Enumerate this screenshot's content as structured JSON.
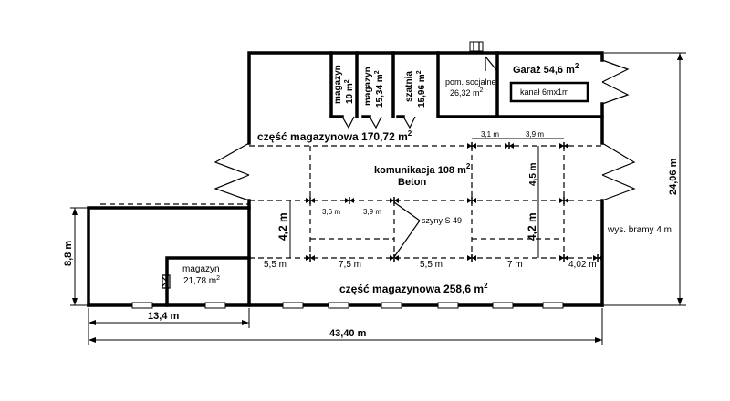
{
  "rooms": {
    "magazyn10": {
      "line1": "magazyn",
      "line2": "10 m",
      "sup": "2"
    },
    "magazyn1534": {
      "line1": "magazyn",
      "line2": "15,34 m",
      "sup": "2"
    },
    "szatnia": {
      "line1": "szatnia",
      "line2": "15,96 m",
      "sup": "2"
    },
    "pom_socjalne": {
      "line1": "pom. socjalne",
      "line2": "26,32 m",
      "sup": "2"
    },
    "garaz": {
      "label": "Garaż 54,6 m",
      "sup": "2"
    },
    "kanal": {
      "label": "kanał 6mx1m"
    },
    "magazyn2178": {
      "line1": "magazyn",
      "line2": "21,78  m",
      "sup": "2"
    }
  },
  "zones": {
    "upper": {
      "label": "część magazynowa 170,72 m",
      "sup": "2"
    },
    "lower": {
      "label": "część magazynowa 258,6 m",
      "sup": "2"
    },
    "komunikacja": {
      "line1": "komunikacja 108 m",
      "sup": "2",
      "line2": "Beton"
    },
    "szyny": "szyny S 49",
    "brama": "wys. bramy  4 m"
  },
  "dimensions": {
    "top_31": "3,1 m",
    "top_39": "3,9 m",
    "mid_36": "3,6 m",
    "mid_39": "3,9 m",
    "v45": "4,5 m",
    "v42_left": "4,2 m",
    "v42_right": "4,2 m",
    "s55a": "5,5 m",
    "s75": "7,5 m",
    "s55b": "5,5 m",
    "s7": "7 m",
    "s402": "4,02 m",
    "h88": "8,8 m",
    "w134": "13,4 m",
    "w4340": "43,40 m",
    "h2406": "24,06 m"
  }
}
